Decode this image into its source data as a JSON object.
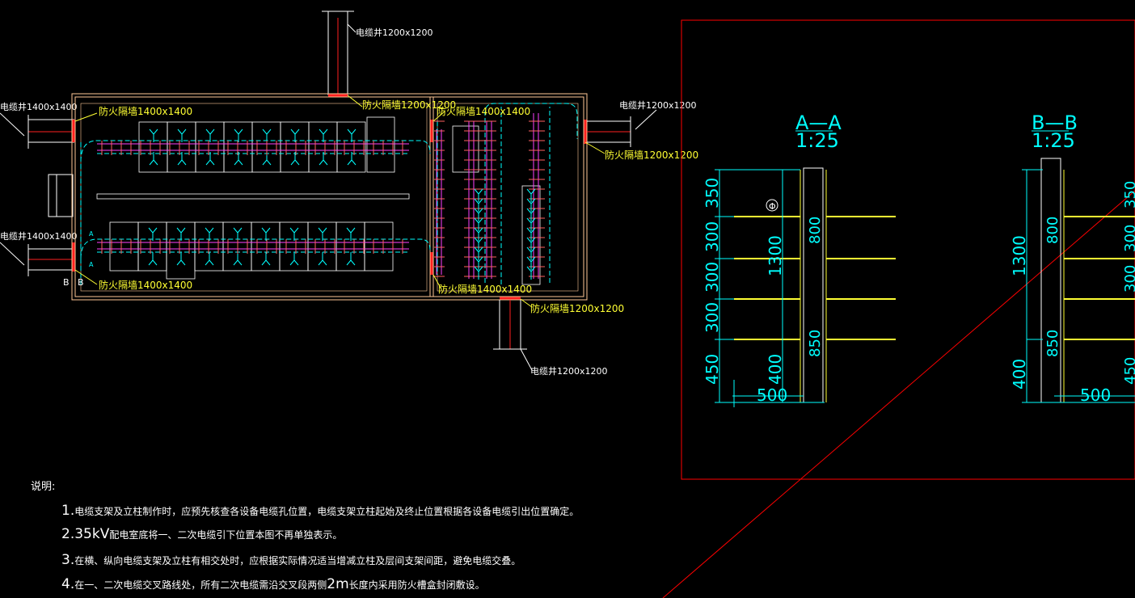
{
  "plan": {
    "shaft_top_label": "电缆井1200x1200",
    "shaft_bottom_label": "电缆井1200x1200",
    "shaft_right_label": "电缆井1200x1200",
    "shaft_left_top_label": "电缆井1400x1400",
    "shaft_left_bottom_label": "电缆井1400x1400",
    "fire_door_left_top": "防火隔墙1400x1400",
    "fire_door_left_bottom": "防火隔墙1400x1400",
    "fire_door_top": "防火隔墙1200x1200",
    "fire_door_mid_top": "防火隔墙1400x1400",
    "fire_door_mid_bottom": "防火隔墙1400x1400",
    "fire_door_right": "防火隔墙1200x1200",
    "fire_door_bottom": "防火隔墙1200x1200",
    "marker_b": "B",
    "marker_b2": "B"
  },
  "sections": {
    "aa_title": "A—A",
    "aa_scale": "1:25",
    "bb_title": "B—B",
    "bb_scale": "1:25",
    "aa_dims": [
      "350",
      "300",
      "300",
      "300",
      "450"
    ],
    "aa_total": "1300",
    "aa_inner_top": "800",
    "aa_inner_bottom": "850",
    "aa_base": "400",
    "aa_width": "500",
    "bb_total": "1300",
    "bb_inner_top": "800",
    "bb_inner_bottom": "850",
    "bb_base": "400",
    "bb_width": "500",
    "bb_right_dims": [
      "350",
      "300",
      "300",
      "450"
    ],
    "phi": "Φ"
  },
  "notes": {
    "title": "说明:",
    "n1_num": "1.",
    "n1_text": "电缆支架及立柱制作时，应预先核查各设备电缆孔位置，电缆支架立柱起始及终止位置根据各设备电缆引出位置确定。",
    "n2_num": "2.35kV",
    "n2_text": "配电室底将一、二次电缆引下位置本图不再单独表示。",
    "n3_num": "3.",
    "n3_text": "在横、纵向电缆支架及立柱有相交处时，应根据实际情况适当增减立柱及层间支架间距，避免电缆交叠。",
    "n4_num": "4.",
    "n4_text": "在一、二次电缆交叉路线处，所有二次电缆需沿交叉段两侧",
    "n4_mid": "2m",
    "n4_tail": "长度内采用防火槽盒封闭敷设。"
  },
  "colors": {
    "wall": "#ffc896",
    "fire": "#ff2020",
    "cyan": "#00ffff",
    "yellow": "#ffff33",
    "magenta": "#ff40ff",
    "frame": "#ff0000"
  }
}
